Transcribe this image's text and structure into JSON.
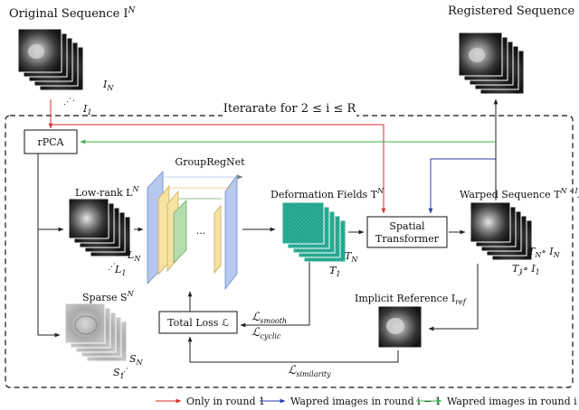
{
  "colors": {
    "round1": "#d7322b",
    "prev_round": "#2a3fb2",
    "curr_round": "#3cb44b",
    "network_blue": "#b7c8ef",
    "network_yellow": "#f6e3a4",
    "network_green": "#b6dcb0",
    "deformation": "#2aa58b"
  },
  "icons": {
    "mri_stack": "mri-stack-icon",
    "deformation_grid": "deformation-grid-icon",
    "network": "network-layers-icon"
  },
  "labels": {
    "original_title": "Original Sequence I",
    "original_title_sup": "N",
    "registered_title": "Registered Sequence",
    "iterate": "Iterarate for 2 ≤ i ≤ R",
    "rpca": "rPCA",
    "low_rank": "Low-rank L",
    "low_rank_sup": "N",
    "sparse": "Sparse S",
    "sparse_sup": "N",
    "grouprnet": "GroupRegNet",
    "ellipsis": "···",
    "deformation": "Deformation Fields T",
    "deformation_sup": "N",
    "spatial_1": "Spatial",
    "spatial_2": "Transformer",
    "warped": "Warped Sequence T",
    "warped_sup": "N ∘ I",
    "warped_sup2": "N",
    "implicit": "Implicit Reference I",
    "implicit_sub": "ref",
    "total_loss": "Total Loss ℒ",
    "l_smooth": "ℒ",
    "l_smooth_sub": "smooth",
    "l_cyclic": "ℒ",
    "l_cyclic_sub": "cyclic",
    "l_sim": "ℒ",
    "l_sim_sub": "similarity",
    "idx_I1": "I",
    "idx_I1_sub": "1",
    "idx_IN": "I",
    "idx_IN_sub": "N",
    "idx_L1": "L",
    "idx_L1_sub": "1",
    "idx_LN": "L",
    "idx_LN_sub": "N",
    "idx_S1": "S",
    "idx_S1_sub": "1",
    "idx_SN": "S",
    "idx_SN_sub": "N",
    "idx_T1": "T",
    "idx_T1_sub": "1",
    "idx_TN": "T",
    "idx_TN_sub": "N",
    "idx_W1": "T",
    "idx_W1_sub": "1",
    "idx_W1_tail": "∘ I",
    "idx_W1_tail_sub": "1",
    "idx_WN": "T",
    "idx_WN_sub": "N",
    "idx_WN_tail": "∘ I",
    "idx_WN_tail_sub": "N"
  },
  "legend": [
    {
      "label": "Only in round 1",
      "color": "#d7322b"
    },
    {
      "label": "Wapred images in round i − 1",
      "color": "#2a3fb2"
    },
    {
      "label": "Wapred images in round i",
      "color": "#3cb44b"
    }
  ]
}
